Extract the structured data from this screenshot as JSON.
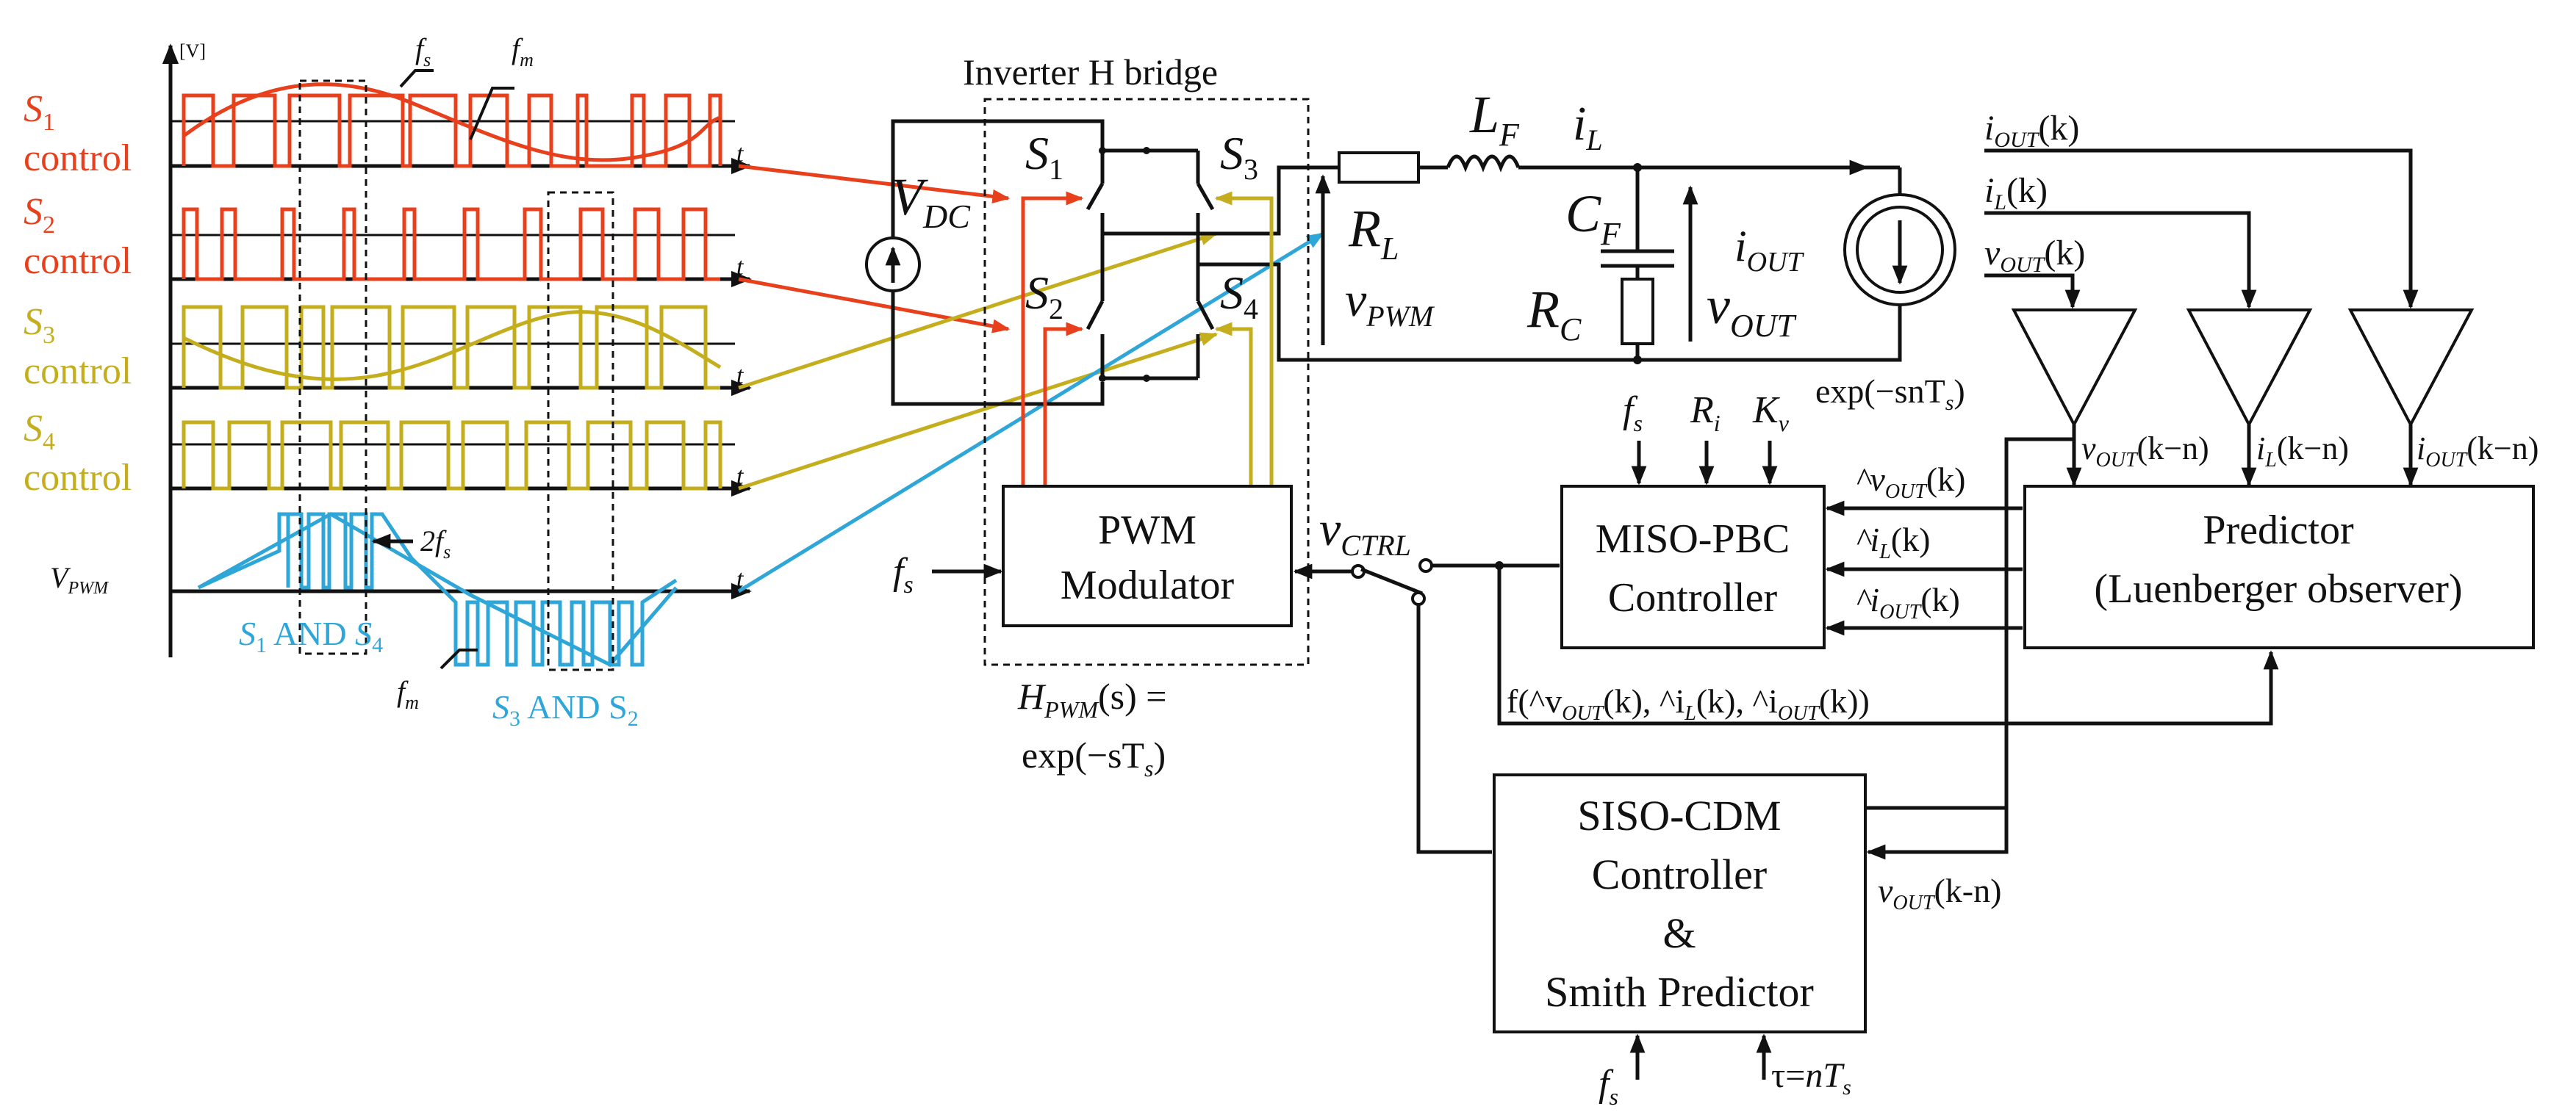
{
  "waveforms": {
    "axis_unit": "[V]",
    "fs": "f",
    "fs_sub": "s",
    "fm": "f",
    "fm_sub": "m",
    "t": "t",
    "s1_label": "S",
    "s1_sub": "1",
    "s1_control": "control",
    "s2_label": "S",
    "s2_sub": "2",
    "s2_control": "control",
    "s3_label": "S",
    "s3_sub": "3",
    "s3_control": "control",
    "s4_label": "S",
    "s4_sub": "4",
    "s4_control": "control",
    "vpwm_label": "V",
    "vpwm_sub": "PWM",
    "two_fs": "2f",
    "two_fs_sub": "s",
    "s1_and_s4_a": "S",
    "s1_and_s4_a_sub": "1",
    "s1_and_s4_mid": " AND ",
    "s1_and_s4_b": "S",
    "s1_and_s4_b_sub": "4",
    "s3_and_s2_a": "S",
    "s3_and_s2_a_sub": "3",
    "s3_and_s2_mid": " AND S",
    "s3_and_s2_b_sub": "2",
    "fm_bottom": "f",
    "fm_bottom_sub": "m"
  },
  "bridge": {
    "title": "Inverter H bridge",
    "vdc": "V",
    "vdc_sub": "DC",
    "s1": "S",
    "s1_sub": "1",
    "s2": "S",
    "s2_sub": "2",
    "s3": "S",
    "s3_sub": "3",
    "s4": "S",
    "s4_sub": "4",
    "pwm_line1": "PWM",
    "pwm_line2": "Modulator",
    "fs_in": "f",
    "fs_in_sub": "s",
    "hpwm_a": "H",
    "hpwm_sub": "PWM",
    "hpwm_b": "(s) =",
    "hpwm_exp": "exp(−sT",
    "hpwm_exp_sub": "s",
    "hpwm_exp_end": ")"
  },
  "filter": {
    "rl": "R",
    "rl_sub": "L",
    "lf": "L",
    "lf_sub": "F",
    "il": "i",
    "il_sub": "L",
    "cf": "C",
    "cf_sub": "F",
    "rc": "R",
    "rc_sub": "C",
    "vpwm": "v",
    "vpwm_sub": "PWM",
    "vout": "v",
    "vout_sub": "OUT",
    "iout": "i",
    "iout_sub": "OUT",
    "delay": "exp(−snT",
    "delay_sub": "s",
    "delay_end": ")"
  },
  "signals": {
    "iout_k": "i",
    "iout_k_sub": "OUT",
    "iout_k_end": "(k)",
    "il_k": "i",
    "il_k_sub": "L",
    "il_k_end": "(k)",
    "vout_k": "v",
    "vout_k_sub": "OUT",
    "vout_k_end": "(k)",
    "vout_kn": "v",
    "vout_kn_sub": "OUT",
    "vout_kn_end": "(k−n)",
    "il_kn": "i",
    "il_kn_sub": "L",
    "il_kn_end": "(k−n)",
    "iout_kn": "i",
    "iout_kn_sub": "OUT",
    "iout_kn_end": "(k−n)",
    "vctrl": "v",
    "vctrl_sub": "CTRL"
  },
  "miso": {
    "line1": "MISO-PBC",
    "line2": "Controller",
    "fs": "f",
    "fs_sub": "s",
    "ri": "R",
    "ri_sub": "i",
    "kv": "K",
    "kv_sub": "v",
    "hat_vout": "^v",
    "hat_vout_sub": "OUT",
    "hat_vout_end": "(k)",
    "hat_il": "^i",
    "hat_il_sub": "L",
    "hat_il_end": "(k)",
    "hat_iout": "^i",
    "hat_iout_sub": "OUT",
    "hat_iout_end": "(k)",
    "func_a": "f(^v",
    "func_a_sub": "OUT",
    "func_b": "(k), ^i",
    "func_b_sub": "L",
    "func_c": "(k), ^i",
    "func_c_sub": "OUT",
    "func_d": "(k))"
  },
  "predictor": {
    "line1": "Predictor",
    "line2": "(Luenberger observer)"
  },
  "siso": {
    "line1": "SISO-CDM",
    "line2": "Controller",
    "line3": "&",
    "line4": "Smith Predictor",
    "fs": "f",
    "fs_sub": "s",
    "tau": "τ=",
    "tau_n": "nT",
    "tau_sub": "s",
    "vout_kn": "v",
    "vout_kn_sub": "OUT",
    "vout_kn_end": "(k-n)"
  },
  "colors": {
    "s1s2": "#e8401c",
    "s3s4": "#c4ae1e",
    "vpwm": "#2fa6d8",
    "ink": "#111111"
  }
}
